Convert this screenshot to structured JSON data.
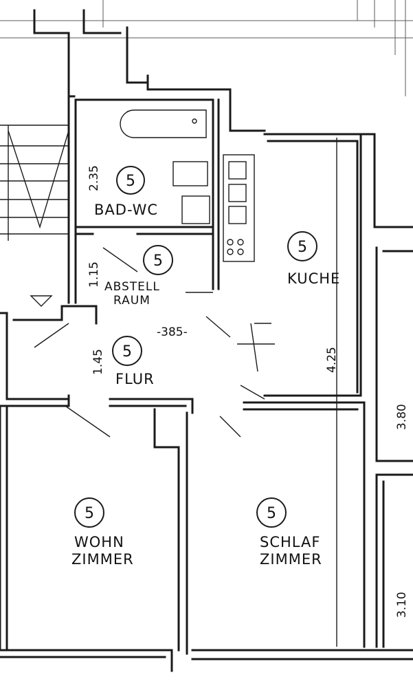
{
  "rooms": {
    "bad_wc": {
      "label": "BAD-WC",
      "number": "5"
    },
    "abstellraum": {
      "label_line1": "ABSTELL",
      "label_line2": "RAUM",
      "number": "5"
    },
    "kueche": {
      "label": "KUCHE",
      "number": "5"
    },
    "flur": {
      "label": "FLUR",
      "number": "5"
    },
    "wohnzimmer": {
      "label_line1": "WOHN",
      "label_line2": "ZIMMER",
      "number": "5"
    },
    "schlafzimmer": {
      "label_line1": "SCHLAF",
      "label_line2": "ZIMMER",
      "number": "5"
    }
  },
  "dimensions": {
    "bad_depth": "2.35",
    "abstell_depth": "1.15",
    "flur_depth": "1.45",
    "flur_width": "-385-",
    "kueche_depth": "4.25",
    "right_upper": "3.80",
    "right_lower": "3.10"
  }
}
